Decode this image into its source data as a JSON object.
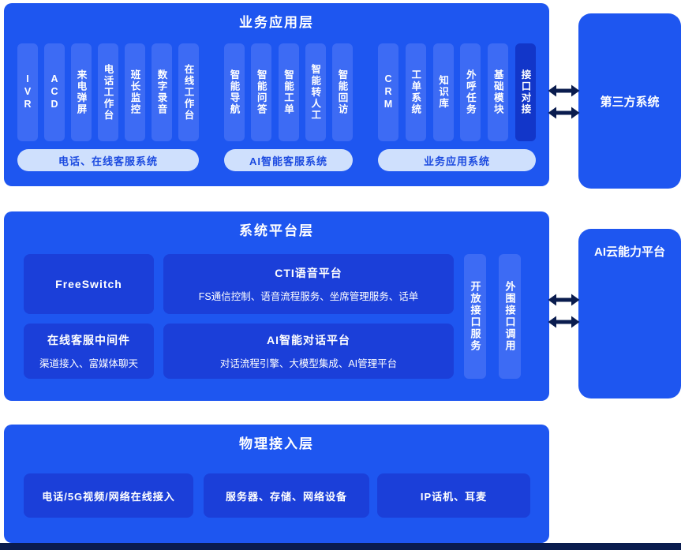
{
  "colors": {
    "layer_panel": "#1e56f0",
    "column_light": "#3d6bf4",
    "column_dark": "#1236c9",
    "inner_box": "#1b3fd9",
    "pill_bg": "#cfe0fd",
    "pill_text": "#1b4ae0",
    "arrow": "#0a1c4e",
    "footer_strip": "#0a1c4e",
    "text_on_blue": "#ffffff"
  },
  "layers": {
    "business": {
      "title": "业务应用层",
      "groups": [
        {
          "label": "电话、在线客服系统",
          "items": [
            "IVR",
            "ACD",
            "来电弹屏",
            "电话工作台",
            "班长监控",
            "数字录音",
            "在线工作台"
          ]
        },
        {
          "label": "AI智能客服系统",
          "items": [
            "智能导航",
            "智能问答",
            "智能工单",
            "智能转人工",
            "智能回访"
          ]
        },
        {
          "label": "业务应用系统",
          "items": [
            "CRM",
            "工单系统",
            "知识库",
            "外呼任务",
            "基础模块"
          ]
        }
      ],
      "interface_column": "接口对接"
    },
    "platform": {
      "title": "系统平台层",
      "boxes": [
        {
          "title": "FreeSwitch"
        },
        {
          "title": "CTI语音平台",
          "subtitle": "FS通信控制、语音流程服务、坐席管理服务、话单"
        },
        {
          "title": "在线客服中间件",
          "subtitle": "渠道接入、富媒体聊天"
        },
        {
          "title": "AI智能对话平台",
          "subtitle": "对话流程引擎、大模型集成、AI管理平台"
        }
      ],
      "side_columns": [
        "开放接口服务",
        "外围接口调用"
      ]
    },
    "physical": {
      "title": "物理接入层",
      "boxes": [
        "电话/5G视频/网络在线接入",
        "服务器、存储、网络设备",
        "IP话机、耳麦"
      ]
    }
  },
  "external": {
    "third_party": "第三方系统",
    "ai_cloud": "AI云能力平台"
  }
}
